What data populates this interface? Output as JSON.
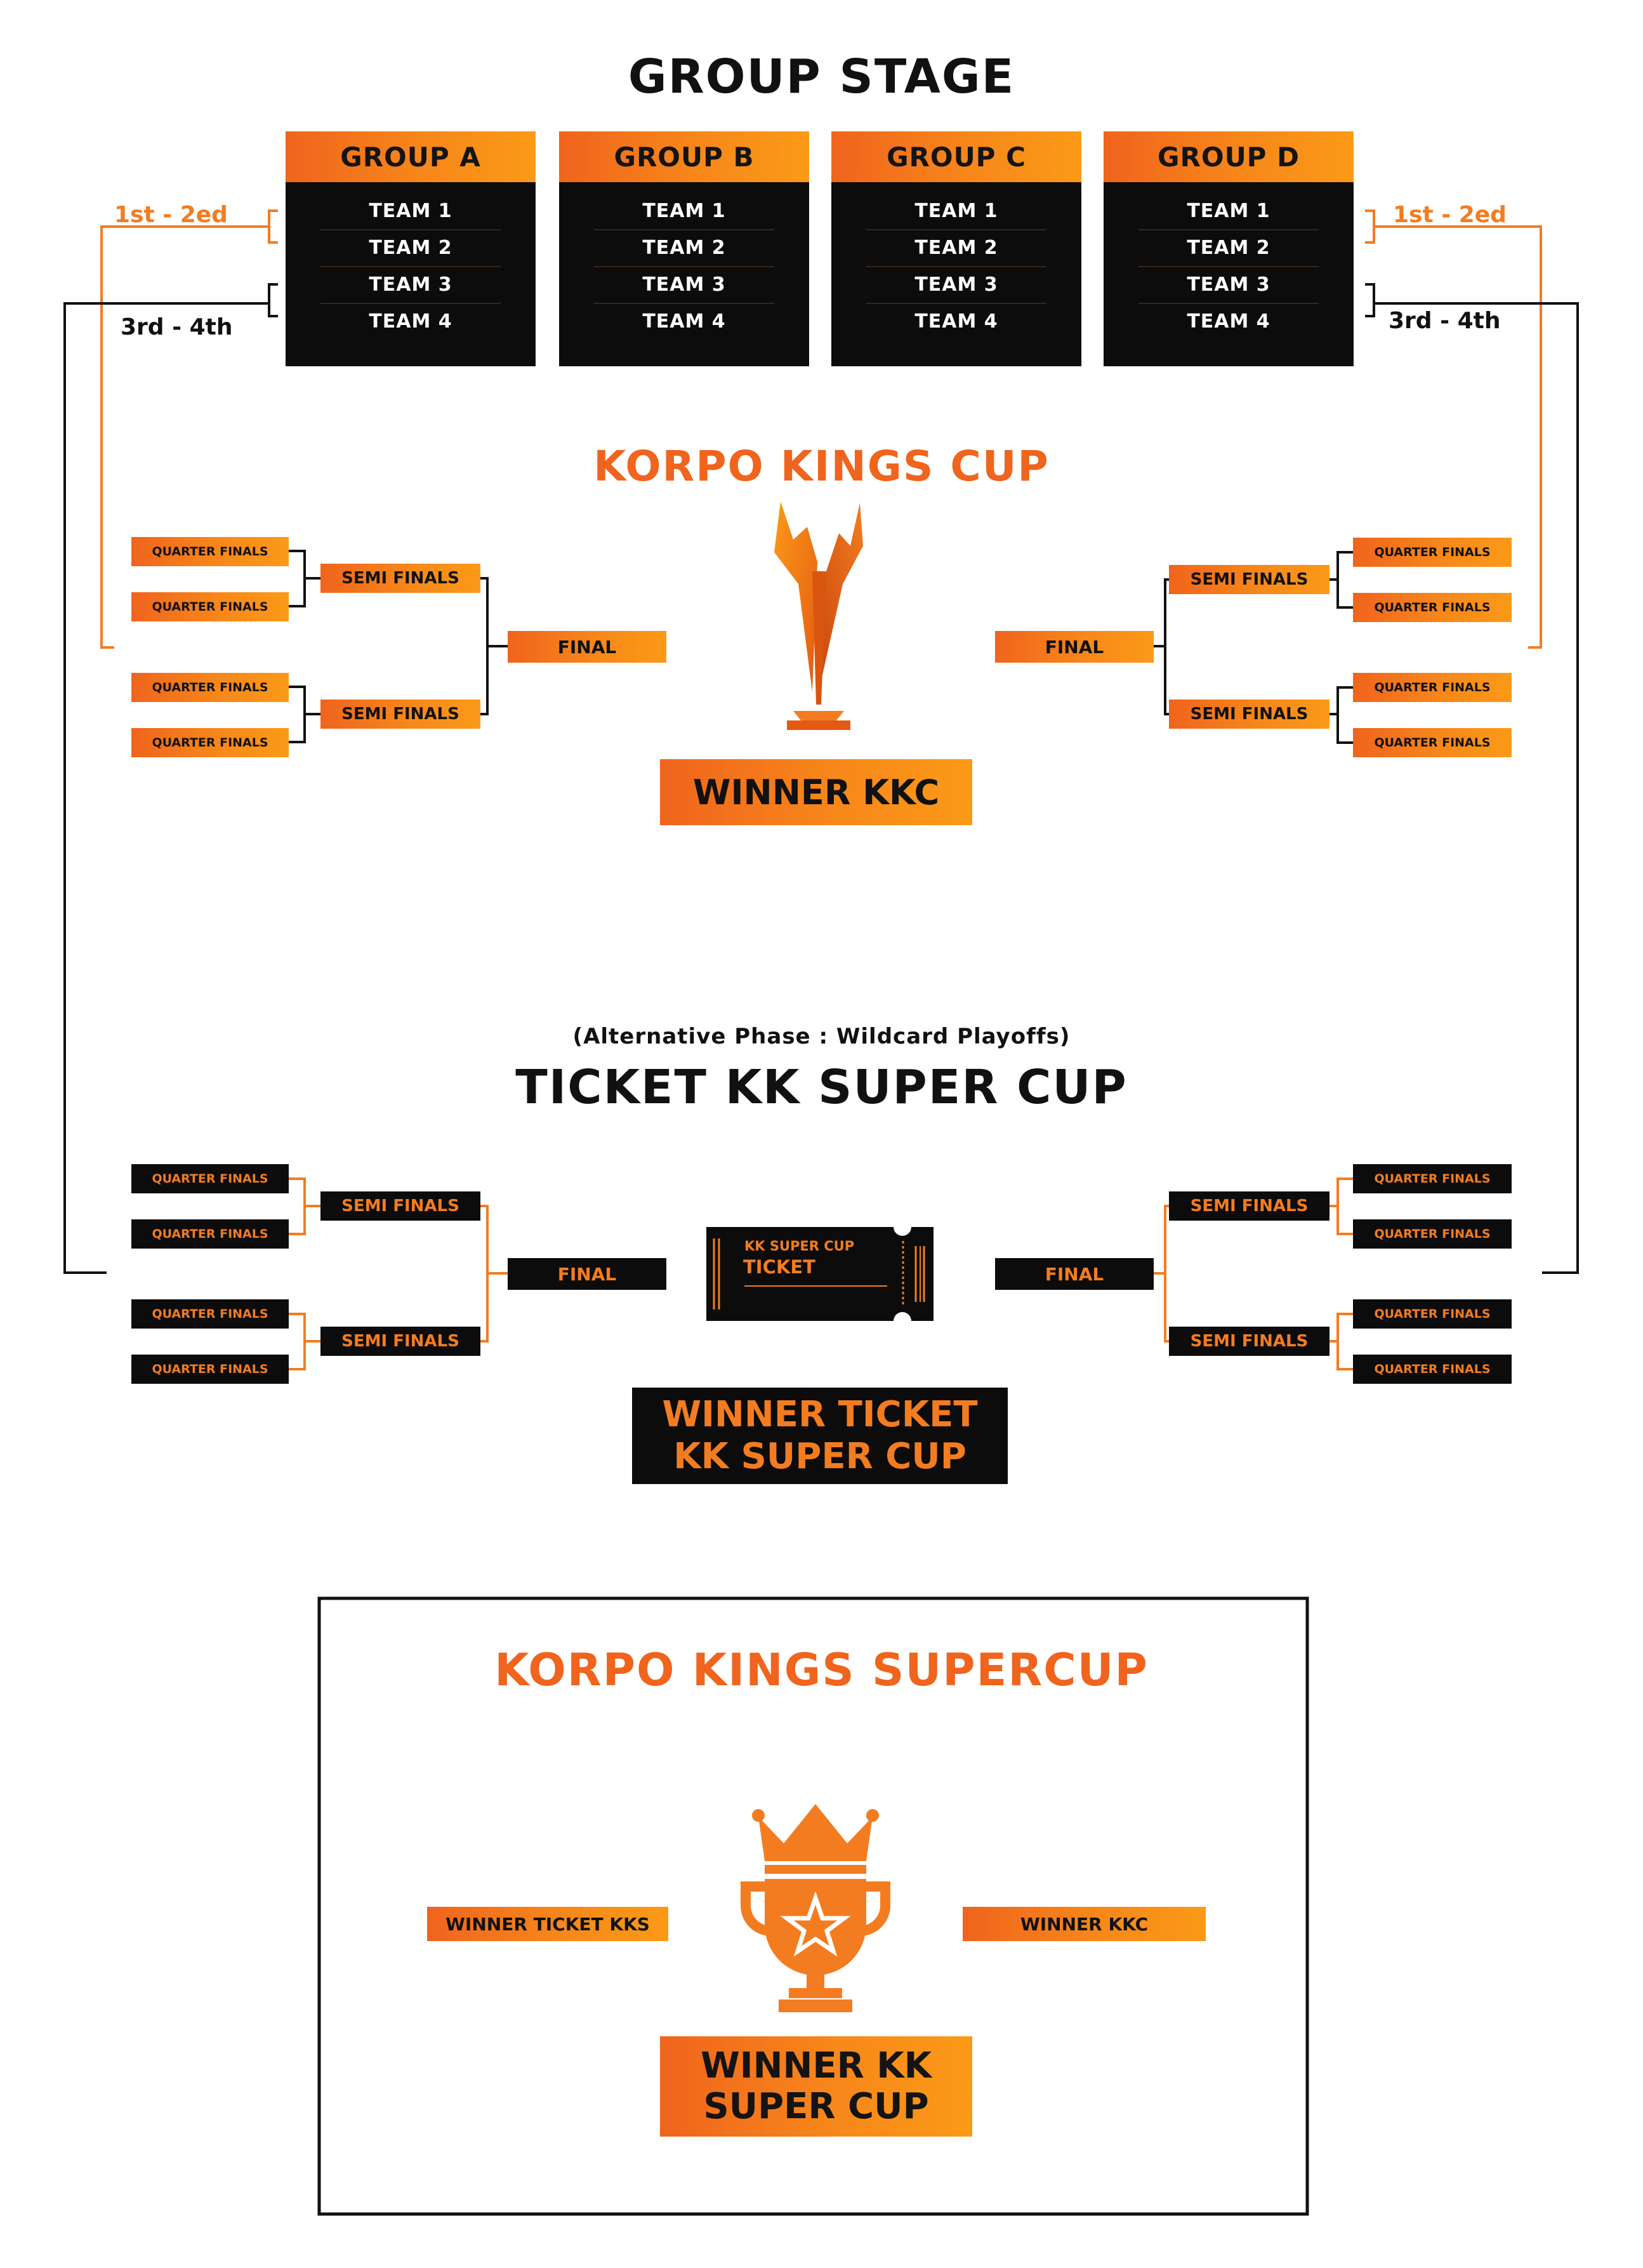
{
  "group_stage": {
    "title": "GROUP STAGE",
    "groups": [
      {
        "name": "GROUP A",
        "teams": [
          "TEAM 1",
          "TEAM 2",
          "TEAM 3",
          "TEAM 4"
        ]
      },
      {
        "name": "GROUP B",
        "teams": [
          "TEAM 1",
          "TEAM 2",
          "TEAM 3",
          "TEAM 4"
        ]
      },
      {
        "name": "GROUP C",
        "teams": [
          "TEAM 1",
          "TEAM 2",
          "TEAM 3",
          "TEAM 4"
        ]
      },
      {
        "name": "GROUP D",
        "teams": [
          "TEAM 1",
          "TEAM 2",
          "TEAM 3",
          "TEAM 4"
        ]
      }
    ],
    "rank_top": "1st - 2ed",
    "rank_bottom": "3rd - 4th"
  },
  "kkc": {
    "title": "KORPO KINGS CUP",
    "quarter_label": "QUARTER FINALS",
    "semi_label": "SEMI FINALS",
    "final_label": "FINAL",
    "winner": "WINNER KKC",
    "trophy_icon": "crown-trophy-icon"
  },
  "ticket": {
    "subtitle": "(Alternative Phase : Wildcard Playoffs)",
    "title": "TICKET KK SUPER CUP",
    "quarter_label": "QUARTER FINALS",
    "semi_label": "SEMI FINALS",
    "final_label": "FINAL",
    "ticket_line1": "KK SUPER CUP",
    "ticket_line2": "TICKET",
    "winner_line1": "WINNER TICKET",
    "winner_line2": "KK SUPER CUP"
  },
  "supercup": {
    "title": "KORPO KINGS SUPERCUP",
    "left_entry": "WINNER TICKET KKS",
    "right_entry": "WINNER KKC",
    "winner_line1": "WINNER KK",
    "winner_line2": "SUPER CUP",
    "trophy_icon": "star-cup-trophy-icon"
  },
  "colors": {
    "orange": "#f47c20",
    "orange_light": "#fb9a17",
    "black": "#0c0c0c"
  }
}
